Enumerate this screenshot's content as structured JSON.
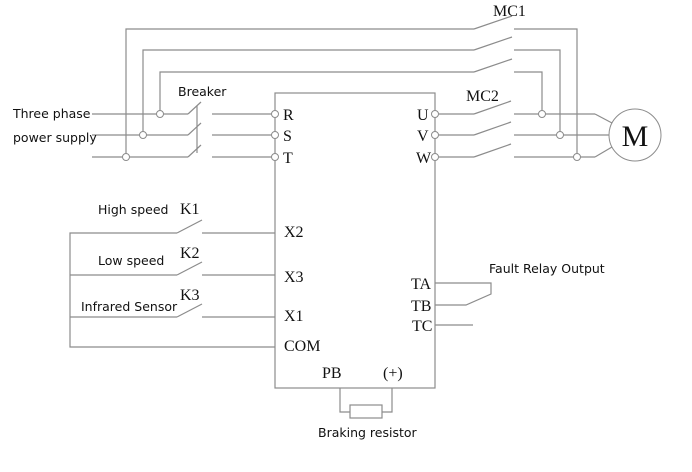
{
  "diagram": {
    "type": "VFD wiring diagram",
    "supply": {
      "label_line1": "Three phase",
      "label_line2": "power supply",
      "breaker_label": "Breaker"
    },
    "drive": {
      "input_terminals": [
        "R",
        "S",
        "T"
      ],
      "output_terminals": [
        "U",
        "V",
        "W"
      ],
      "digital_inputs": [
        "X2",
        "X3",
        "X1",
        "COM"
      ],
      "relay_terminals": [
        "TA",
        "TB",
        "TC"
      ],
      "brake_terminals": [
        "PB",
        "(+)"
      ]
    },
    "contactors": {
      "mc1": "MC1",
      "mc2": "MC2"
    },
    "motor": {
      "label": "M"
    },
    "switches": [
      {
        "name": "K1",
        "description": "High speed",
        "terminal": "X2"
      },
      {
        "name": "K2",
        "description": "Low speed",
        "terminal": "X3"
      },
      {
        "name": "K3",
        "description": "Infrared Sensor",
        "terminal": "X1"
      }
    ],
    "relay": {
      "label": "Fault Relay Output"
    },
    "brake": {
      "label": "Braking resistor"
    },
    "colors": {
      "wire": "#8c8c8c",
      "text": "#111111"
    }
  }
}
